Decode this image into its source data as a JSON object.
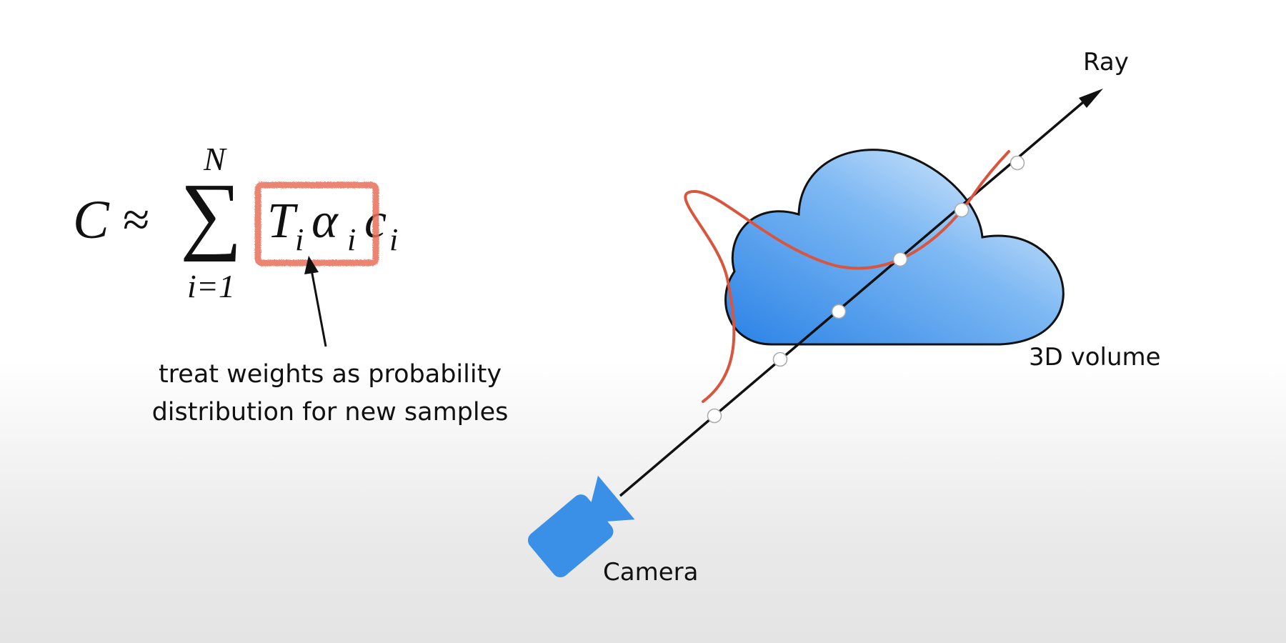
{
  "formula": {
    "lhs": "C",
    "approx": "≈",
    "sum_upper": "N",
    "sum_lower": "i=1",
    "sigma": "∑",
    "term_T": "T",
    "term_alpha": "α",
    "term_c": "c",
    "subscript": "i"
  },
  "annotation": {
    "line1": "treat weights as probability",
    "line2": "distribution for new samples"
  },
  "labels": {
    "ray": "Ray",
    "volume": "3D volume",
    "camera": "Camera"
  },
  "colors": {
    "cloud_light": "#eaf4fd",
    "cloud_dark": "#2f86e8",
    "camera": "#3a8fe6",
    "curve": "#d9553e",
    "highlight_box": "#e8705a",
    "ray": "#111111"
  },
  "icons": {
    "camera": "video-camera-icon",
    "volume": "cloud-icon"
  }
}
